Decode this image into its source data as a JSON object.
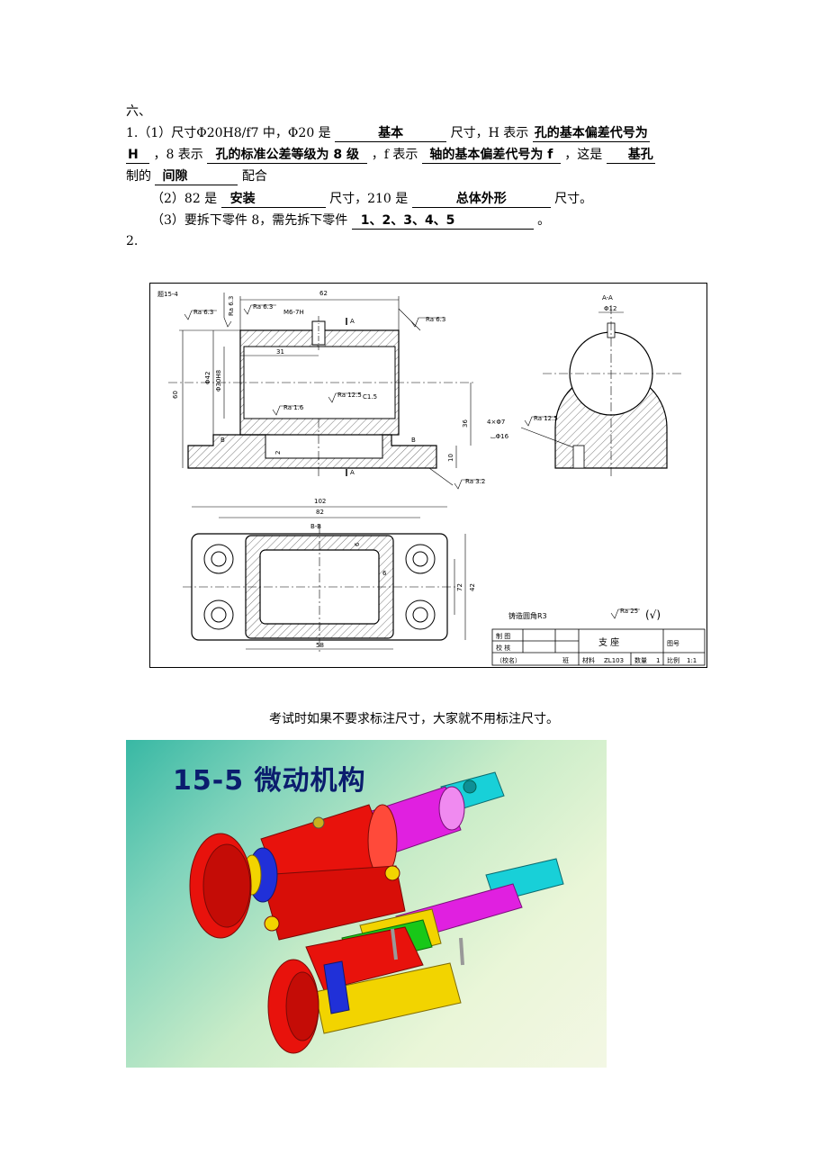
{
  "section": {
    "number": "六、"
  },
  "q1": {
    "l1_pre": "1.（1）尺寸Φ20H8/f7 中，Φ20 是",
    "a_basic": "基本",
    "l1_mid": "尺寸，H 表示",
    "a_h": "孔的基本偏差代号为",
    "a_h_cont": "H",
    "l2_mid1": "，8 表示",
    "a_8": "孔的标准公差等级为 8 级",
    "l2_mid2": "，f 表示",
    "a_f": "轴的基本偏差代号为 f",
    "l2_mid3": "，这是",
    "a_system": "基孔",
    "l3_pre": "制的",
    "a_fit": "间隙",
    "l3_post": "配合",
    "p2_pre": "（2）82 是",
    "a_82": "安装",
    "p2_mid": "尺寸，210 是",
    "a_210": "总体外形",
    "p2_post": "尺寸。",
    "p3_pre": "（3）要拆下零件 8，需先拆下零件",
    "a_parts": "1、2、3、4、5",
    "p3_post": "。"
  },
  "q2": {
    "number": "2."
  },
  "drawing": {
    "problem_id": "题15-4",
    "section_label_aa": "A-A",
    "section_label_bb": "B-B",
    "dims": {
      "d62": "62",
      "d31": "31",
      "d60": "60",
      "d36": "36",
      "d10": "10",
      "d2": "2",
      "d42": "Φ42",
      "d30h8": "Φ30H8",
      "d12": "Φ12",
      "d102": "102",
      "d82": "82",
      "d58": "58",
      "d72": "72",
      "d42b": "42",
      "d6a": "6",
      "d6b": "6",
      "thread": "M6-7H",
      "chamfer": "C1.5",
      "holes": "4×Φ7",
      "counterbore": "⌴Φ16"
    },
    "roughness": [
      "Ra 6.3",
      "Ra 6.3",
      "Ra 6.3",
      "Ra 6.3",
      "Ra 1.6",
      "Ra 12.5",
      "Ra 12.5",
      "Ra 3.2",
      "Ra 25"
    ],
    "labels": {
      "A": "A",
      "B": "B"
    },
    "casting_note": "铸造圆角R3",
    "title_block": {
      "drawn": "制 图",
      "checked": "校 核",
      "school": "（校名）",
      "class": "班",
      "part_name": "支   座",
      "drawing_no": "图号",
      "material_label": "材料",
      "material": "ZL103",
      "qty_label": "数量",
      "qty": "1",
      "scale_label": "比例",
      "scale": "1:1"
    }
  },
  "exam_note": "考试时如果不要求标注尺寸，大家就不用标注尺寸。",
  "photo": {
    "title": "15-5 微动机构"
  },
  "colors": {
    "red": "#e8120c",
    "magenta": "#e020e0",
    "cyan": "#18d0d8",
    "yellow": "#f2d400",
    "blue": "#2030d8",
    "green": "#18c818"
  }
}
